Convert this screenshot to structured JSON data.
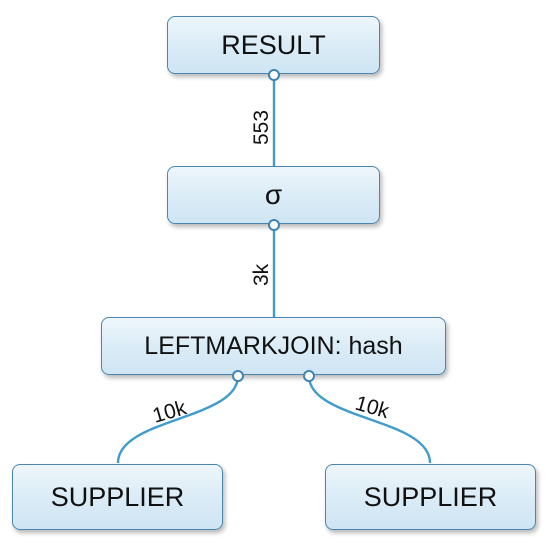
{
  "nodes": {
    "result": "RESULT",
    "selection": "σ",
    "join": "LEFTMARKJOIN: hash",
    "supplier_left": "SUPPLIER",
    "supplier_right": "SUPPLIER"
  },
  "edges": {
    "selection_to_result": "553",
    "join_to_selection": "3k",
    "supplier_left_to_join": "10k",
    "supplier_right_to_join": "10k"
  },
  "colors": {
    "edge": "#3f9ccc",
    "node_border": "#4a86ad",
    "node_fill": "#d9ebf6"
  }
}
